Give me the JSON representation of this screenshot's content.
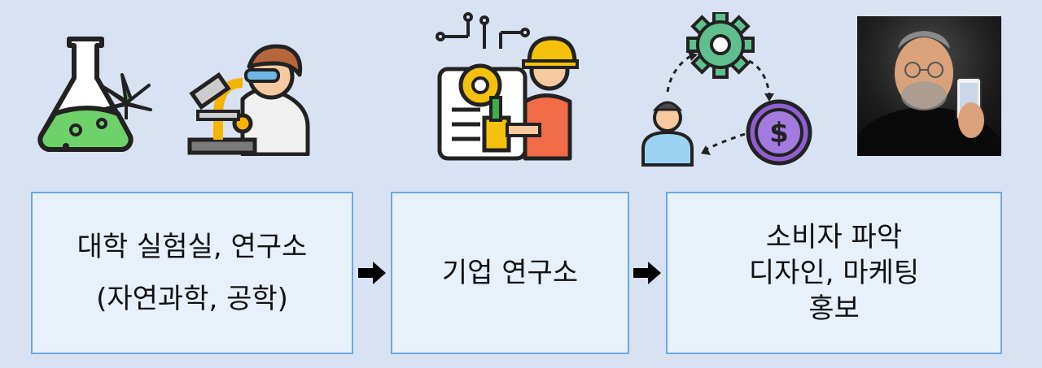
{
  "boxes": [
    {
      "lines": [
        "대학 실험실, 연구소",
        "(자연과학, 공학)"
      ]
    },
    {
      "lines": [
        "기업 연구소"
      ]
    },
    {
      "lines": [
        "소비자 파악",
        "디자인, 마케팅",
        "홍보"
      ]
    }
  ],
  "icons": {
    "flask": "flask-with-leaf-icon",
    "scientist": "scientist-microscope-icon",
    "engineer": "engineer-gear-icon",
    "cycle": "consumer-money-cycle-icon",
    "photo": "presenter-with-phone-photo"
  },
  "colors": {
    "background": "#d9e2f2",
    "box_fill": "#e8f0fa",
    "box_border": "#6fa8dc",
    "text": "#111111"
  }
}
